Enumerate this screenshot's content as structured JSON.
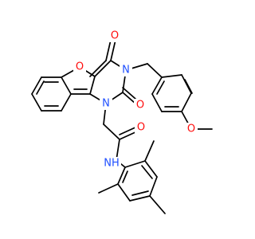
{
  "colors": {
    "bond": "#000000",
    "oxygen": "#ff0d0d",
    "nitrogen": "#1f4fff",
    "background": "#ffffff"
  },
  "atom_labels": {
    "furan_oxygen": "O",
    "ketone_oxygen_top": "O",
    "ketone_oxygen_right": "O",
    "amide_oxygen": "O",
    "methoxy_oxygen": "O",
    "nitrogen_n3": "N",
    "nitrogen_n1": "N",
    "amide_nh": "NH"
  }
}
